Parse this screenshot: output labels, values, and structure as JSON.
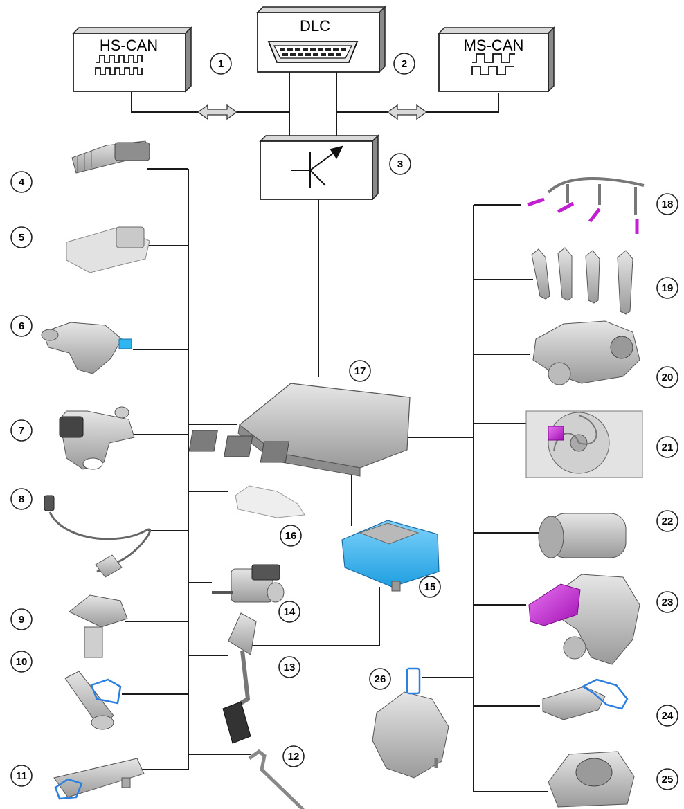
{
  "boxes": {
    "hs_can": "HS-CAN",
    "ms_can": "MS-CAN",
    "dlc": "DLC"
  },
  "callouts": [
    "1",
    "2",
    "3",
    "4",
    "5",
    "6",
    "7",
    "8",
    "9",
    "10",
    "11",
    "12",
    "13",
    "14",
    "15",
    "16",
    "17",
    "18",
    "19",
    "20",
    "21",
    "22",
    "23",
    "24",
    "25",
    "26"
  ],
  "colors": {
    "line": "#1a1a1a",
    "component_grey": "#b9b9b9",
    "highlight_blue": "#2b7fe0",
    "highlight_cyan": "#2fb6f0",
    "highlight_magenta": "#c21fd0"
  }
}
